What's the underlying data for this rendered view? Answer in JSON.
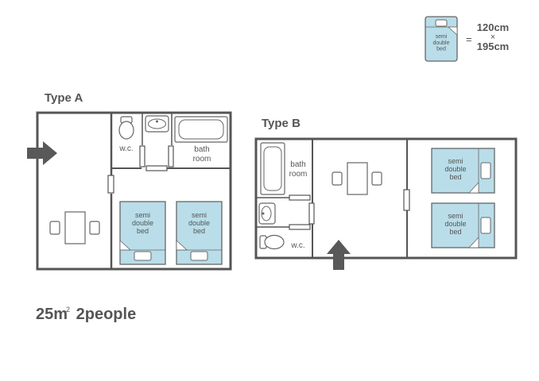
{
  "legend": {
    "bed_label": "semi\ndouble\nbed",
    "equals": "=",
    "width": "120cm",
    "times": "×",
    "length": "195cm"
  },
  "type_a": {
    "title": "Type A",
    "bath_label": "bath\nroom",
    "wc_label": "w.c.",
    "bed_label": "semi\ndouble\nbed"
  },
  "type_b": {
    "title": "Type B",
    "bath_label": "bath\nroom",
    "wc_label": "w.c.",
    "bed_label": "semi\ndouble\nbed"
  },
  "footer": {
    "area": "25m",
    "area_sup": "2",
    "capacity": "2people"
  },
  "colors": {
    "wall": "#555555",
    "bed_fill": "#b9dde9",
    "line": "#666666",
    "arrow": "#595959"
  }
}
